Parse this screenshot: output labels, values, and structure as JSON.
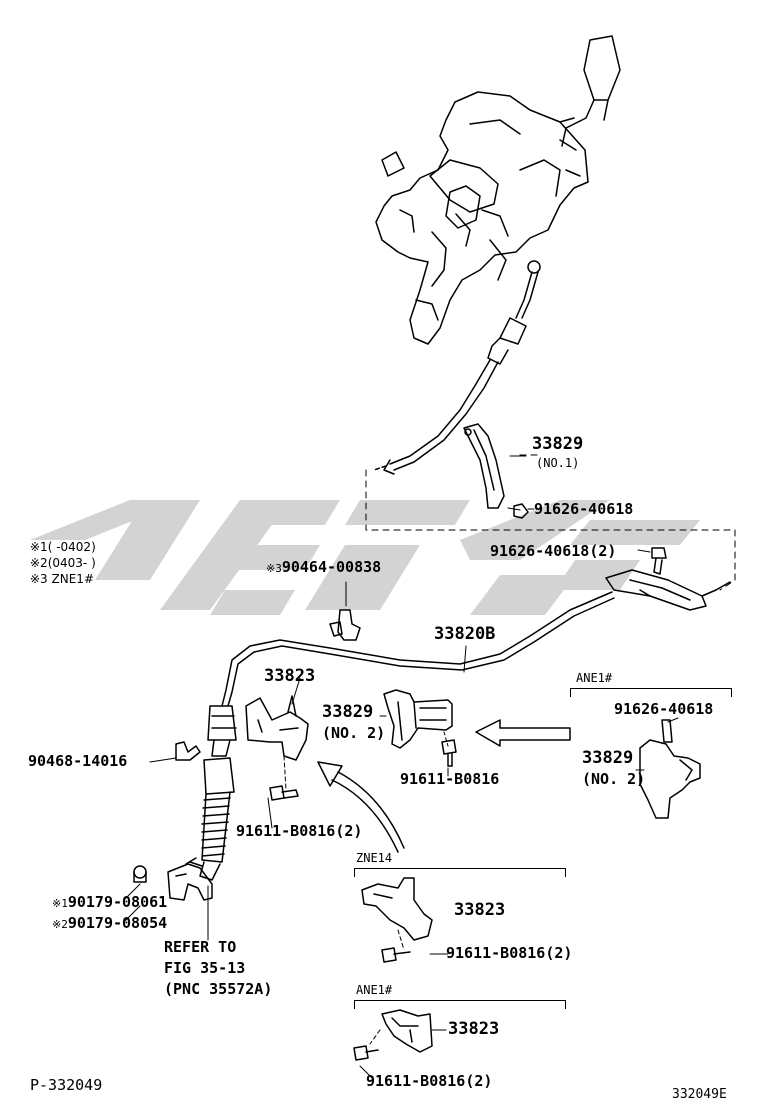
{
  "notes": {
    "note1_mark": "※1",
    "note1_text": "(        -0402)",
    "note2_mark": "※2",
    "note2_text": "(0403-      )",
    "note3_mark": "※3",
    "note3_text": "ZNE1#"
  },
  "parts": {
    "p33829_no1": "33829",
    "p33829_no1_sub": "(NO.1)",
    "p91626_a": "91626-40618",
    "p91626_b": "91626-40618(2)",
    "p90464_mark": "※3",
    "p90464": "90464-00838",
    "p33820b": "33820B",
    "p33823_main": "33823",
    "p33829_no2": "33829",
    "p33829_no2_sub": "(NO. 2)",
    "p90468": "90468-14016",
    "p91611_center": "91611-B0816",
    "p91611_left": "91611-B0816(2)",
    "p90179_a_mark": "※1",
    "p90179_a": "90179-08061",
    "p90179_b_mark": "※2",
    "p90179_b": "90179-08054",
    "refer_line1": "REFER TO",
    "refer_line2": "FIG 35-13",
    "refer_line3": "(PNC 35572A)"
  },
  "groups": {
    "ane1_right_title": "ANE1#",
    "ane1_right_91626": "91626-40618",
    "ane1_right_33829": "33829",
    "ane1_right_33829_sub": "(NO. 2)",
    "zne14_title": "ZNE14",
    "zne14_33823": "33823",
    "zne14_91611": "91611-B0816(2)",
    "ane1_bottom_title": "ANE1#",
    "ane1_bottom_33823": "33823",
    "ane1_bottom_91611": "91611-B0816(2)"
  },
  "footer": {
    "page_code": "P-332049",
    "figure_code": "332049E"
  },
  "colors": {
    "line": "#000000",
    "watermark": "#d3d3d3"
  }
}
